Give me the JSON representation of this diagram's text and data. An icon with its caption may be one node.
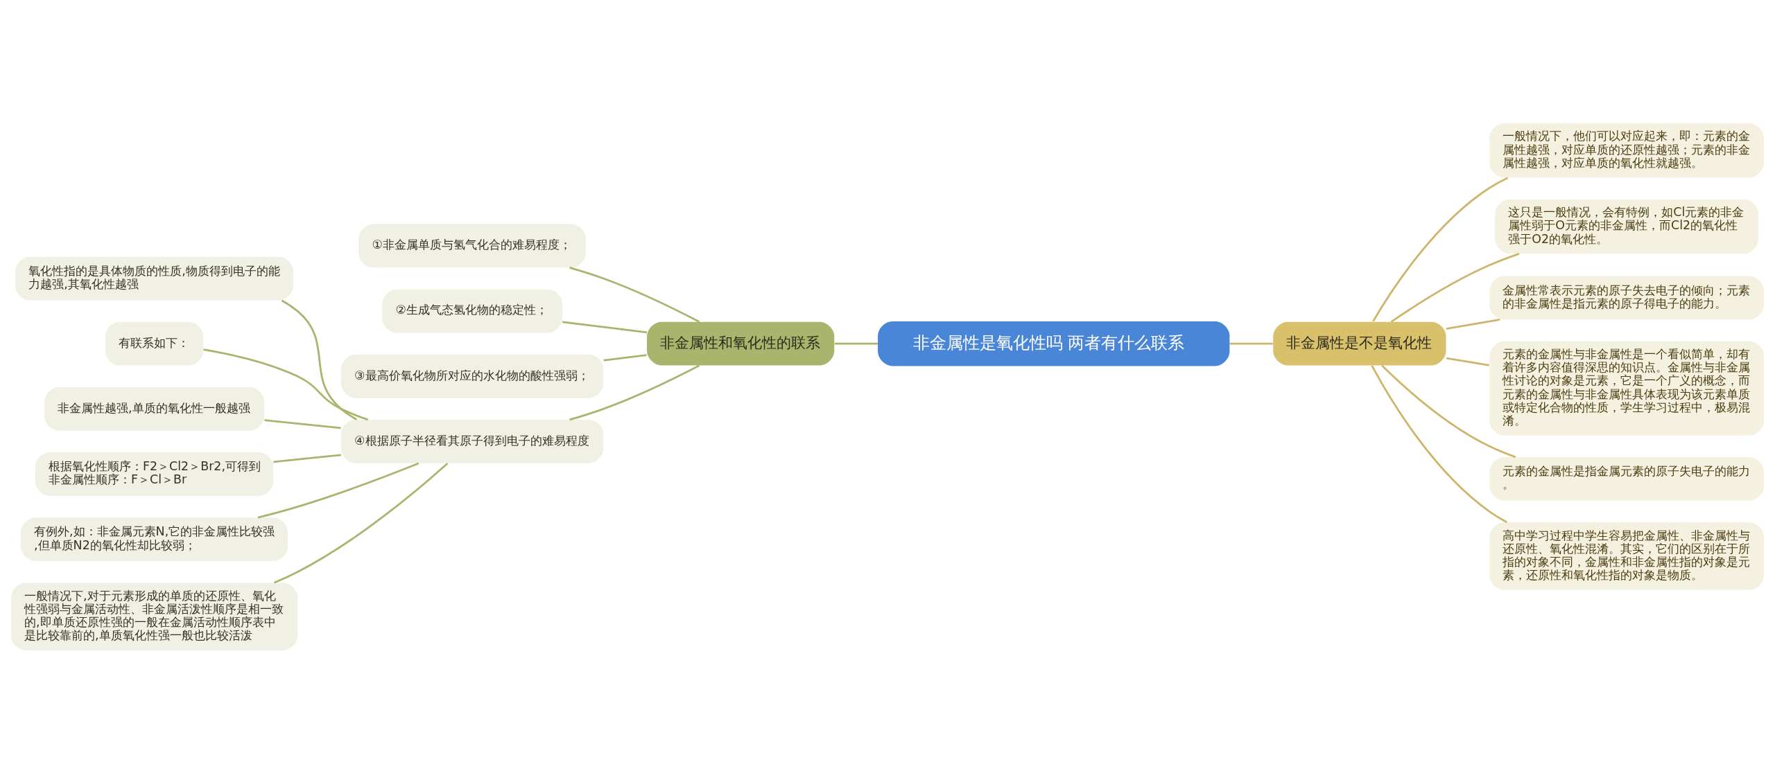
{
  "diagram": {
    "nodes": [
      {
        "text": [
          "非金属性是氧化性吗 两者有什么联系"
        ]
      },
      {
        "text": [
          "非金属性和氧化性的联系"
        ]
      },
      {
        "text": [
          "①非金属单质与氢气化合的难易程度；"
        ]
      },
      {
        "text": [
          "②生成气态氢化物的稳定性；"
        ]
      },
      {
        "text": [
          "③最高价氧化物所对应的水化物的酸性强弱；"
        ]
      },
      {
        "text": [
          "④根据原子半径看其原子得到电子的难易程度"
        ]
      },
      {
        "text": [
          "氧化性指的是具体物质的性质,物质得到电子的能力越强,其氧化性越强"
        ]
      },
      {
        "text": [
          "有联系如下："
        ]
      },
      {
        "text": [
          "非金属性越强,单质的氧化性一般越强"
        ]
      },
      {
        "text": [
          "根据氧化性顺序：F2＞Cl2＞Br2,可得到非金属性顺序：F＞Cl＞Br"
        ]
      },
      {
        "text": [
          "有例外,如：非金属元素N,它的非金属性比较强,但单质N2的氧化性却比较弱；"
        ]
      },
      {
        "text": [
          "一般情况下,对于元素形成的单质的还原性、氧化性强弱与金属活动性、非金属活泼性顺序是相一致的,即单质还原性强的一般在金属活动性顺序表中是比较靠前的,单质氧化性强一般也比较活泼"
        ]
      },
      {
        "text": [
          "非金属性是不是氧化性"
        ]
      },
      {
        "text": [
          "一般情况下，他们可以对应起来，即：元素的金属性越强，对应单质的还原性越强；元素的非金属性越强，对应单质的氧化性就越强。"
        ]
      },
      {
        "text": [
          "这只是一般情况，会有特例，如Cl元素的非金属性弱于O元素的非金属性，而Cl2的氧化性强于O2的氧化性。"
        ]
      },
      {
        "text": [
          "金属性常表示元素的原子失去电子的倾向；元素的非金属性是指元素的原子得电子的能力。"
        ]
      },
      {
        "text": [
          "元素的金属性与非金属性是一个看似简单，却有着许多内容值得深思的知识点。金属性与非金属性讨论的对象是元素，它是一个广义的概念，而元素的金属性与非金属性具体表现为该元素单质或特定化合物的性质，学生学习过程中，极易混淆。"
        ]
      },
      {
        "text": [
          "元素的金属性是指金属元素的原子失电子的能力。"
        ]
      },
      {
        "text": [
          "高中学习过程中学生容易把金属性、非金属性与还原性、氧化性混淆。其实，它们的区别在于所指的对象不同，金属性和非金属性指的对象是元素，还原性和氧化性指的对象是物质。"
        ]
      }
    ],
    "edges": [
      {
        "from": 0,
        "to": 1,
        "arrow": "none"
      },
      {
        "from": 1,
        "to": 2,
        "arrow": "none"
      },
      {
        "from": 1,
        "to": 3,
        "arrow": "none"
      },
      {
        "from": 1,
        "to": 4,
        "arrow": "none"
      },
      {
        "from": 1,
        "to": 5,
        "arrow": "none"
      },
      {
        "from": 5,
        "to": 6,
        "arrow": "none"
      },
      {
        "from": 5,
        "to": 7,
        "arrow": "none"
      },
      {
        "from": 5,
        "to": 8,
        "arrow": "none"
      },
      {
        "from": 5,
        "to": 9,
        "arrow": "none"
      },
      {
        "from": 5,
        "to": 10,
        "arrow": "none"
      },
      {
        "from": 5,
        "to": 11,
        "arrow": "none"
      },
      {
        "from": 0,
        "to": 12,
        "arrow": "none",
        "color": "#cdb56c"
      },
      {
        "from": 12,
        "to": 13,
        "arrow": "none",
        "color": "#cdb56c"
      },
      {
        "from": 12,
        "to": 14,
        "arrow": "none",
        "color": "#cdb56c"
      },
      {
        "from": 12,
        "to": 15,
        "arrow": "none",
        "color": "#cdb56c"
      },
      {
        "from": 12,
        "to": 16,
        "arrow": "none",
        "color": "#cdb56c"
      },
      {
        "from": 12,
        "to": 17,
        "arrow": "none",
        "color": "#cdb56c"
      },
      {
        "from": 12,
        "to": 18,
        "arrow": "none",
        "color": "#cdb56c"
      }
    ]
  }
}
